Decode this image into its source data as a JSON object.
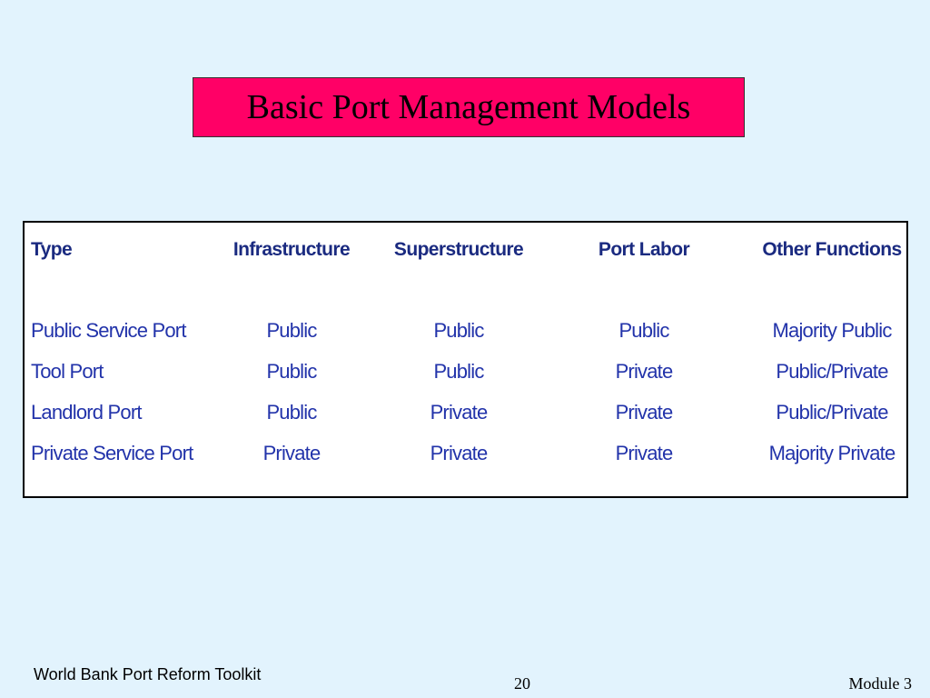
{
  "slide": {
    "title": "Basic Port Management Models"
  },
  "table": {
    "headers": [
      "Type",
      "Infrastructure",
      "Superstructure",
      "Port Labor",
      "Other Functions"
    ],
    "rows": [
      [
        "Public Service Port",
        "Public",
        "Public",
        "Public",
        "Majority Public"
      ],
      [
        "Tool Port",
        "Public",
        "Public",
        "Private",
        "Public/Private"
      ],
      [
        "Landlord Port",
        "Public",
        "Private",
        "Private",
        "Public/Private"
      ],
      [
        "Private Service Port",
        "Private",
        "Private",
        "Private",
        "Majority Private"
      ]
    ]
  },
  "footer": {
    "left": "World Bank Port Reform Toolkit",
    "page_number": "20",
    "module": "Module 3"
  },
  "colors": {
    "background": "#e2f3fd",
    "title_box": "#ff0066",
    "header_text": "#1a2a80",
    "cell_text": "#2233aa"
  }
}
